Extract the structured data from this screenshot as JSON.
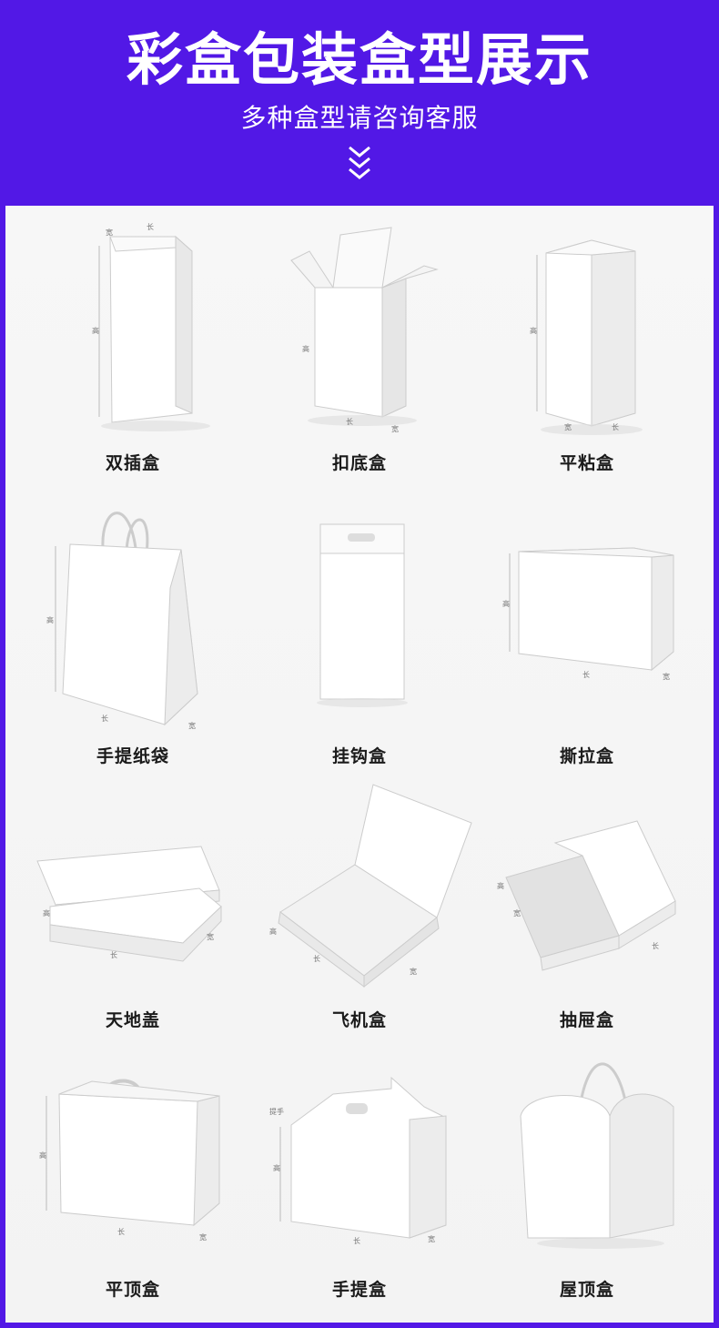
{
  "header": {
    "title": "彩盒包装盒型展示",
    "subtitle": "多种盒型请咨询客服",
    "chevron_icon": "double-chevron-down-icon"
  },
  "boxes": [
    {
      "label": "双插盒"
    },
    {
      "label": "扣底盒"
    },
    {
      "label": "平粘盒"
    },
    {
      "label": "手提纸袋"
    },
    {
      "label": "挂钩盒"
    },
    {
      "label": "撕拉盒"
    },
    {
      "label": "天地盖"
    },
    {
      "label": "飞机盒"
    },
    {
      "label": "抽屉盒"
    },
    {
      "label": "平顶盒"
    },
    {
      "label": "手提盒"
    },
    {
      "label": "屋顶盒"
    }
  ],
  "dimension_labels": {
    "length": "长",
    "width": "宽",
    "height": "高",
    "handle": "提手"
  },
  "colors": {
    "header_bg": "#5218e6",
    "panel_bg": "#f5f5f5"
  }
}
